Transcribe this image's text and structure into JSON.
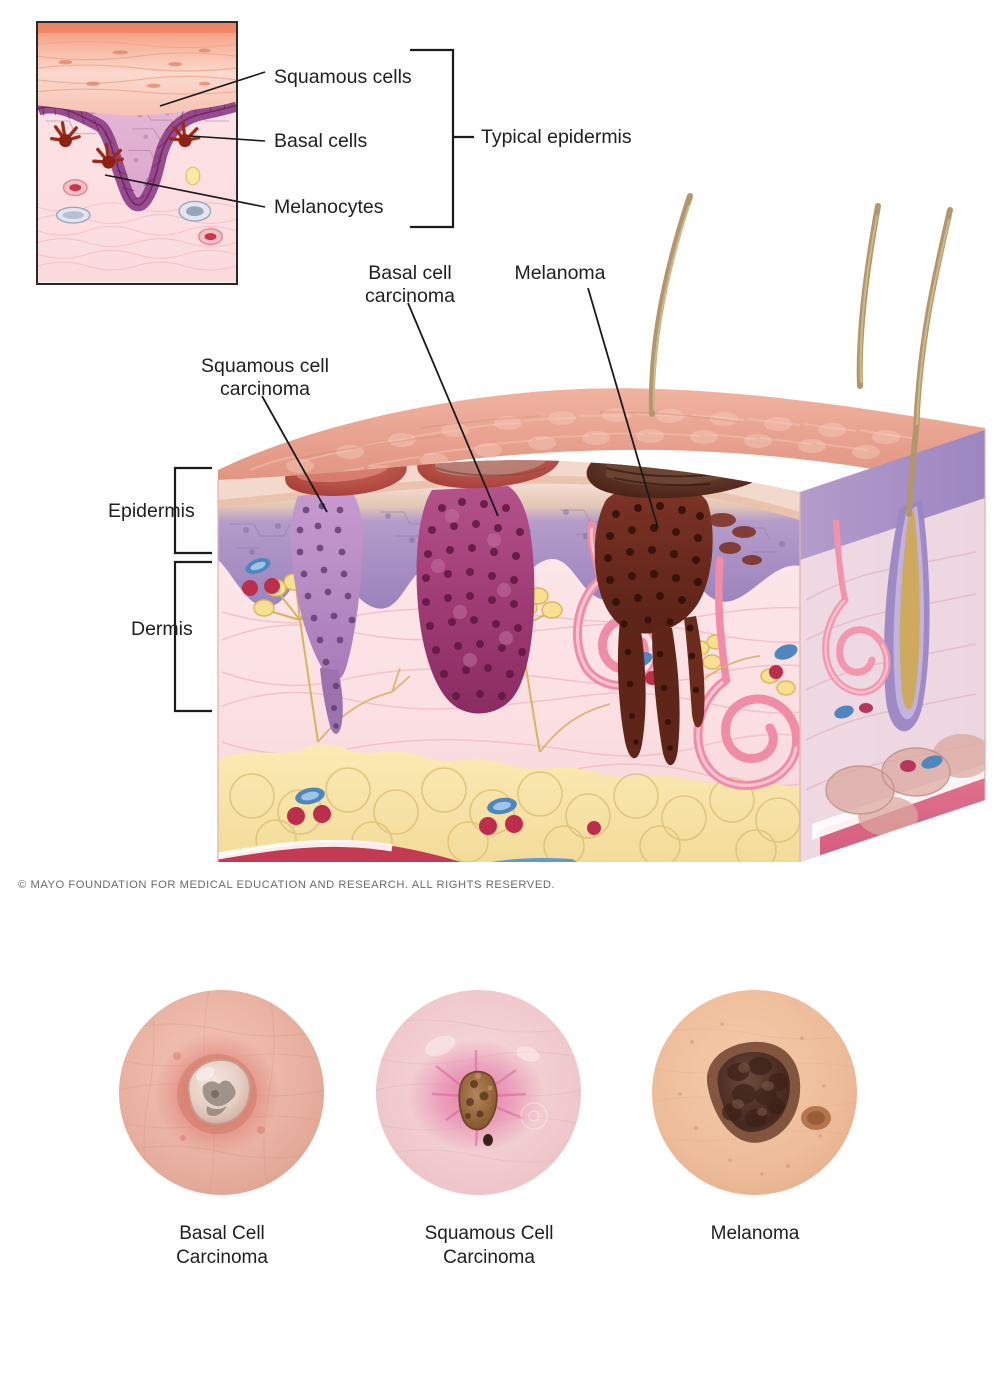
{
  "figure": {
    "domain_type": "medical-illustration",
    "copyright": "© MAYO FOUNDATION FOR MEDICAL EDUCATION AND RESEARCH. ALL RIGHTS RESERVED."
  },
  "inset": {
    "name": "typical-epidermis-inset",
    "bracket_label": "Typical epidermis",
    "labels": [
      {
        "id": "squamous-cells",
        "text": "Squamous cells"
      },
      {
        "id": "basal-cells",
        "text": "Basal cells"
      },
      {
        "id": "melanocytes",
        "text": "Melanocytes"
      }
    ]
  },
  "main": {
    "name": "skin-cross-section",
    "layer_brackets": [
      {
        "id": "epidermis",
        "text": "Epidermis"
      },
      {
        "id": "dermis",
        "text": "Dermis"
      }
    ],
    "lesion_labels": [
      {
        "id": "squamous-cell-carcinoma",
        "line1": "Squamous cell",
        "line2": "carcinoma"
      },
      {
        "id": "basal-cell-carcinoma",
        "line1": "Basal cell",
        "line2": "carcinoma"
      },
      {
        "id": "melanoma",
        "line1": "Melanoma",
        "line2": ""
      }
    ]
  },
  "photos": [
    {
      "id": "photo-basal-cell-carcinoma",
      "line1": "Basal Cell",
      "line2": "Carcinoma"
    },
    {
      "id": "photo-squamous-cell-carcinoma",
      "line1": "Squamous Cell",
      "line2": "Carcinoma"
    },
    {
      "id": "photo-melanoma",
      "line1": "Melanoma",
      "line2": ""
    }
  ],
  "colors": {
    "skin_surface": "#e8a08f",
    "epidermis_purple": "#a98cc0",
    "dermis_pink": "#fbe4e6",
    "fat_yellow": "#f7e2a0",
    "basal_cell_carcinoma": "#a33f77",
    "squamous_cell_carcinoma": "#b98ac4",
    "melanoma_brown": "#6d2f22",
    "vessel_pink": "#f08ca5",
    "artery_red": "#c43a52",
    "vein_blue": "#4f86bf",
    "hair_tan": "#b89a6e",
    "label_text": "#202020",
    "copyright_text": "#6a6a6a"
  }
}
